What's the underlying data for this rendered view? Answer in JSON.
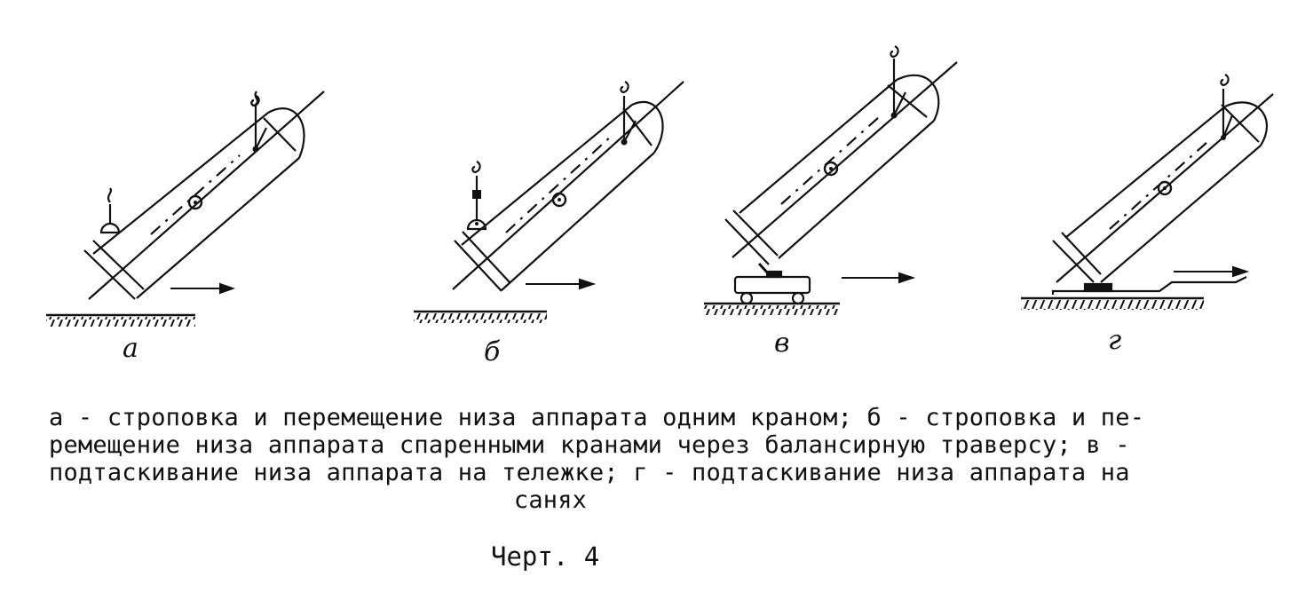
{
  "figure": {
    "panels": [
      {
        "key": "a",
        "label": "а",
        "scheme": "one-crane"
      },
      {
        "key": "b",
        "label": "б",
        "scheme": "paired-cranes-beam"
      },
      {
        "key": "v",
        "label": "в",
        "scheme": "trolley"
      },
      {
        "key": "g",
        "label": "г",
        "scheme": "sled"
      }
    ],
    "icons": [
      "crane-hook-icon",
      "direction-arrow-icon",
      "ground-hatching-icon",
      "center-of-mass-icon"
    ]
  },
  "caption": {
    "lines": [
      "а - строповка и перемещение низа аппарата одним краном; б - строповка и пе-",
      "ремещение низа аппарата спаренными кранами через балансирную траверсу; в -",
      "подтаскивание низа аппарата на тележке; г - подтаскивание низа аппарата на",
      "санях"
    ]
  },
  "drawing_number": "Черт. 4",
  "colors": {
    "ink": "#111111",
    "background": "#ffffff"
  }
}
